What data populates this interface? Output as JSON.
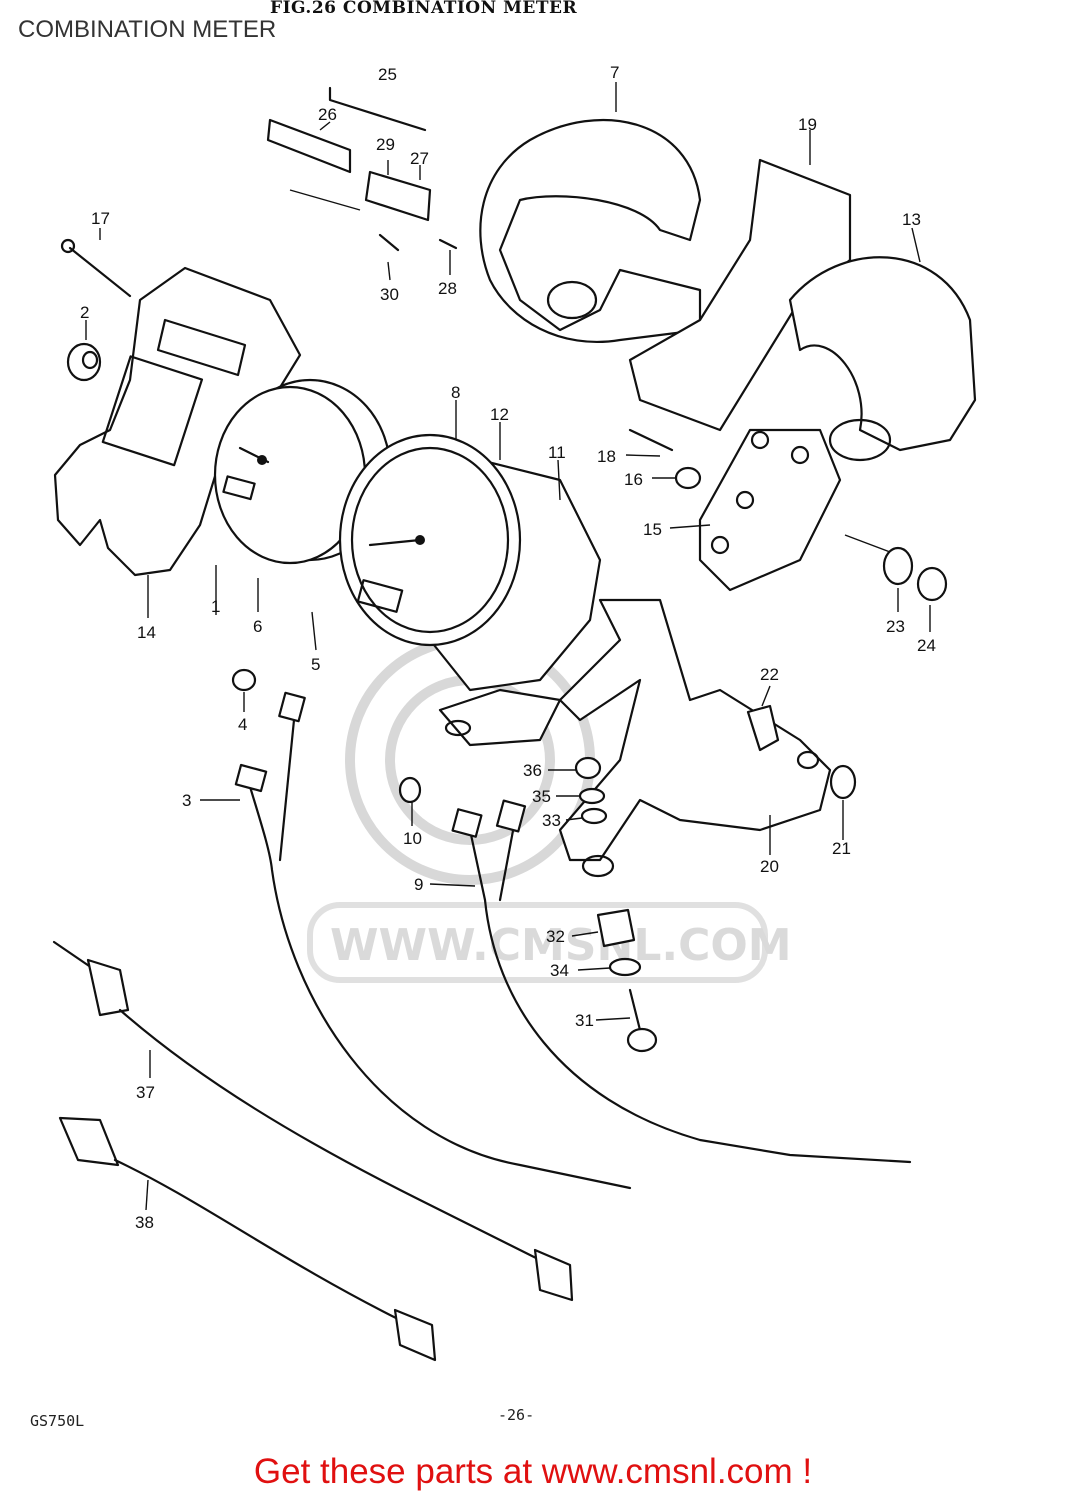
{
  "figure": {
    "header": "FIG.26  COMBINATION METER",
    "overlay_title": "COMBINATION METER"
  },
  "watermark": {
    "text": "WWW.CMSNL.COM"
  },
  "footer": {
    "model": "GS750L",
    "page": "-26-",
    "link_text": "Get these parts at www.cmsnl.com !",
    "link_color": "#e01010"
  },
  "callouts": [
    "1",
    "2",
    "3",
    "4",
    "5",
    "6",
    "7",
    "8",
    "9",
    "10",
    "11",
    "12",
    "13",
    "14",
    "15",
    "16",
    "17",
    "18",
    "19",
    "20",
    "21",
    "22",
    "23",
    "24",
    "25",
    "26",
    "27",
    "28",
    "29",
    "30",
    "31",
    "32",
    "33",
    "34",
    "35",
    "36",
    "37",
    "38"
  ]
}
